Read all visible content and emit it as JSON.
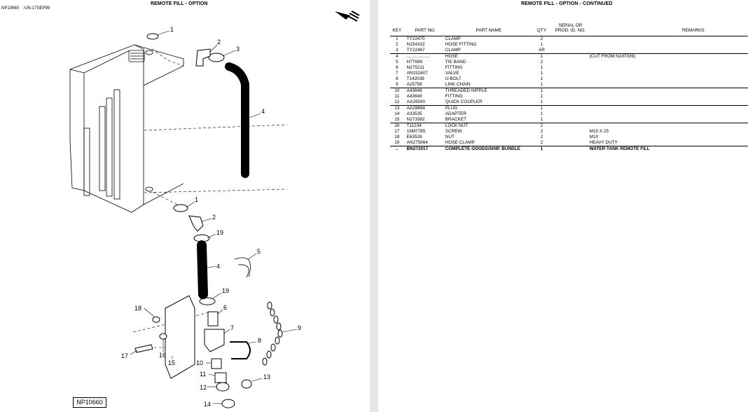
{
  "left_page": {
    "title": "REMOTE FILL - OPTION",
    "illustration_id": "NP10660",
    "date_code": "-UN-17SEP99",
    "figure_label": "NP10660",
    "callouts": [
      "1",
      "2",
      "3",
      "4",
      "1",
      "2",
      "19",
      "5",
      "4",
      "19",
      "6",
      "18",
      "7",
      "8",
      "9",
      "17",
      "16",
      "15",
      "10",
      "11",
      "12",
      "13",
      "14"
    ]
  },
  "right_page": {
    "title": "REMOTE FILL - OPTION - CONTINUED",
    "columns": {
      "key": "KEY",
      "part_no": "PART NO.",
      "part_name": "PART NAME",
      "qty": "QTY",
      "serial": "SERIAL OR PROD. ID. NO.",
      "remarks": "REMARKS"
    },
    "rows": [
      {
        "key": "1",
        "part_no": "TY22470",
        "part_name": "CLAMP",
        "qty": "2",
        "remarks": ""
      },
      {
        "key": "2",
        "part_no": "N154332",
        "part_name": "HOSE FITTING",
        "qty": "1",
        "remarks": ""
      },
      {
        "key": "3",
        "part_no": "TY22467",
        "part_name": "CLAMP",
        "qty": "AR",
        "remarks": ""
      },
      {
        "key": "4",
        "part_no": "...................",
        "part_name": "HOSE",
        "qty": "1",
        "remarks": "(CUT FROM N187039)"
      },
      {
        "key": "5",
        "part_no": "H77698",
        "part_name": "TIE BAND",
        "qty": "2",
        "remarks": ""
      },
      {
        "key": "6",
        "part_no": "N275211",
        "part_name": "FITTING",
        "qty": "1",
        "remarks": ""
      },
      {
        "key": "7",
        "part_no": "AN152407",
        "part_name": "VALVE",
        "qty": "1",
        "remarks": ""
      },
      {
        "key": "8",
        "part_no": "T142038",
        "part_name": "U-BOLT",
        "qty": "1",
        "remarks": ""
      },
      {
        "key": "9",
        "part_no": "A25758",
        "part_name": "LINK CHAIN",
        "qty": "1",
        "remarks": ""
      },
      {
        "key": "10",
        "part_no": "A43648",
        "part_name": "THREADED NIPPLE",
        "qty": "1",
        "remarks": ""
      },
      {
        "key": "11",
        "part_no": "A43649",
        "part_name": "FITTING",
        "qty": "1",
        "remarks": ""
      },
      {
        "key": "12",
        "part_no": "AA26500",
        "part_name": "QUICK COUPLER",
        "qty": "1",
        "remarks": ""
      },
      {
        "key": "13",
        "part_no": "AA28894",
        "part_name": "PLUG",
        "qty": "1",
        "remarks": ""
      },
      {
        "key": "14",
        "part_no": "A33535",
        "part_name": "ADAPTER",
        "qty": "1",
        "remarks": ""
      },
      {
        "key": "15",
        "part_no": "N273382",
        "part_name": "BRACKET",
        "qty": "1",
        "remarks": ""
      },
      {
        "key": "16",
        "part_no": "T11234",
        "part_name": "LOCK NUT",
        "qty": "2",
        "remarks": ""
      },
      {
        "key": "17",
        "part_no": "19M7785",
        "part_name": "SCREW",
        "qty": "2",
        "remarks": "M10 X 25"
      },
      {
        "key": "18",
        "part_no": "E63526",
        "part_name": "NUT",
        "qty": "2",
        "remarks": "M10"
      },
      {
        "key": "19",
        "part_no": "AN275964",
        "part_name": "HOSE CLAMP",
        "qty": "2",
        "remarks": "HEAVY DUTY"
      },
      {
        "key": "..",
        "part_no": "BN272017",
        "part_name": "COMPLETE GOODS/SHIP. BUNDLE",
        "qty": "1",
        "remarks": "WATER TANK REMOTE FILL"
      }
    ]
  }
}
